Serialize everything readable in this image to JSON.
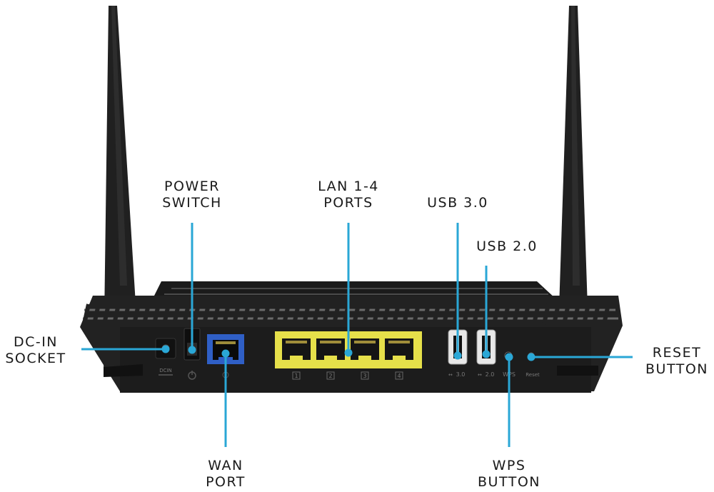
{
  "callouts": {
    "power_switch": [
      "POWER",
      "SWITCH"
    ],
    "lan_ports": [
      "LAN 1-4",
      "PORTS"
    ],
    "usb3": [
      "USB 3.0"
    ],
    "usb2": [
      "USB 2.0"
    ],
    "dc_in": [
      "DC-IN",
      "SOCKET"
    ],
    "reset": [
      "RESET",
      "BUTTON"
    ],
    "wan": [
      "WAN",
      "PORT"
    ],
    "wps": [
      "WPS",
      "BUTTON"
    ]
  },
  "panel_labels": {
    "dcin": "DCIN",
    "lan_numbers": [
      "1",
      "2",
      "3",
      "4"
    ],
    "usb3": "3.0",
    "usb2": "2.0",
    "wps": "WPS",
    "reset": "Reset"
  },
  "colors": {
    "leader": "#2aa7d6",
    "router_body": "#1f1f1f",
    "lan_block": "#e6e04a",
    "wan_port": "#2f5fc6"
  }
}
